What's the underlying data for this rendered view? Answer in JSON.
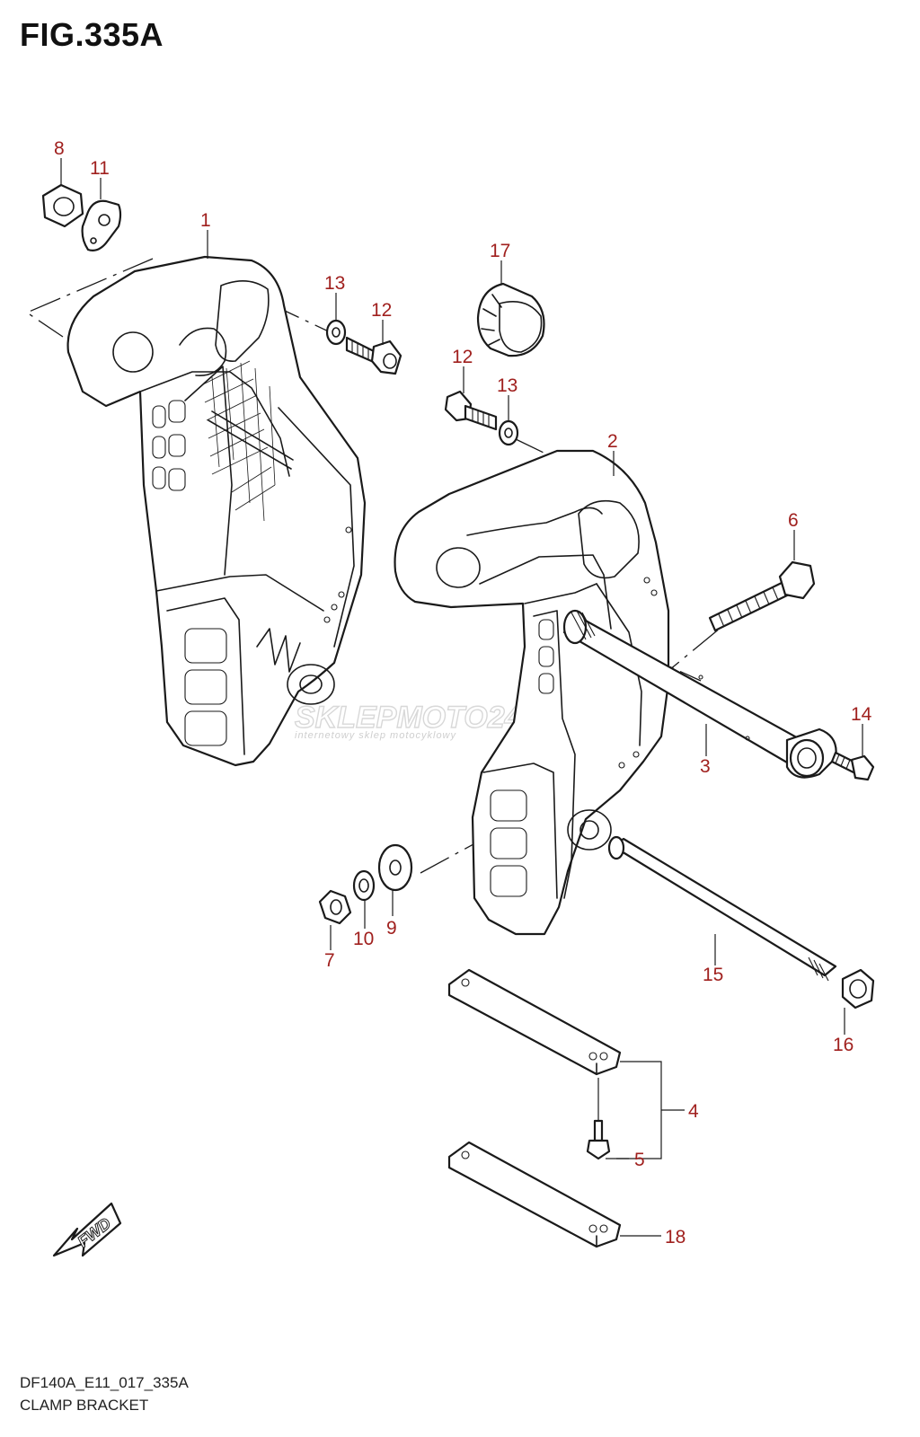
{
  "figure": {
    "title": "FIG.335A",
    "code": "DF140A_E11_017_335A",
    "name": "CLAMP BRACKET"
  },
  "watermark": {
    "brand": "SKLEPMOTO24.PL",
    "tagline": "internetowy sklep motocyklowy"
  },
  "fwd_label": "FWD",
  "callouts": [
    "8",
    "11",
    "1",
    "13",
    "12",
    "17",
    "12",
    "13",
    "2",
    "6",
    "14",
    "3",
    "15",
    "16",
    "7",
    "10",
    "9",
    "4",
    "5",
    "18"
  ]
}
